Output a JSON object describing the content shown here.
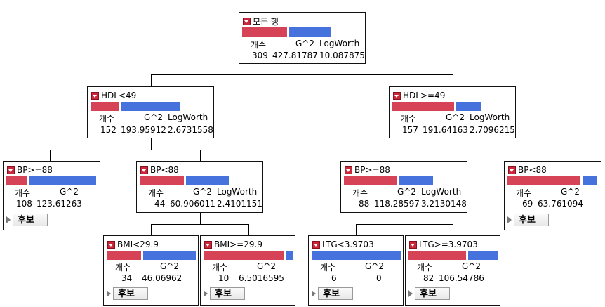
{
  "stat_labels": {
    "count": "개수",
    "g2": "G^2",
    "logworth": "LogWorth"
  },
  "candidates_label": "후보",
  "colors": {
    "red": "#d64256",
    "blue": "#4572dd"
  },
  "nodes": {
    "root": {
      "label": "모든 행",
      "count": "309",
      "g2": "427.81787",
      "logworth": "10.087875"
    },
    "hdl_lt": {
      "label": "HDL<49",
      "count": "152",
      "g2": "193.95912",
      "logworth": "2.6731558"
    },
    "hdl_ge": {
      "label": "HDL>=49",
      "count": "157",
      "g2": "191.64163",
      "logworth": "2.7096215"
    },
    "bp_ge_a": {
      "label": "BP>=88",
      "count": "108",
      "g2": "123.61263"
    },
    "bp_lt_a": {
      "label": "BP<88",
      "count": "44",
      "g2": "60.906011",
      "logworth": "2.4101151"
    },
    "bp_ge_b": {
      "label": "BP>=88",
      "count": "88",
      "g2": "118.28597",
      "logworth": "3.2130148"
    },
    "bp_lt_b": {
      "label": "BP<88",
      "count": "69",
      "g2": "63.761094"
    },
    "bmi_lt": {
      "label": "BMI<29.9",
      "count": "34",
      "g2": "46.06962"
    },
    "bmi_ge": {
      "label": "BMI>=29.9",
      "count": "10",
      "g2": "6.5016595"
    },
    "ltg_lt": {
      "label": "LTG<3.9703",
      "count": "6",
      "g2": "0"
    },
    "ltg_ge": {
      "label": "LTG>=3.9703",
      "count": "82",
      "g2": "106.54786"
    }
  }
}
